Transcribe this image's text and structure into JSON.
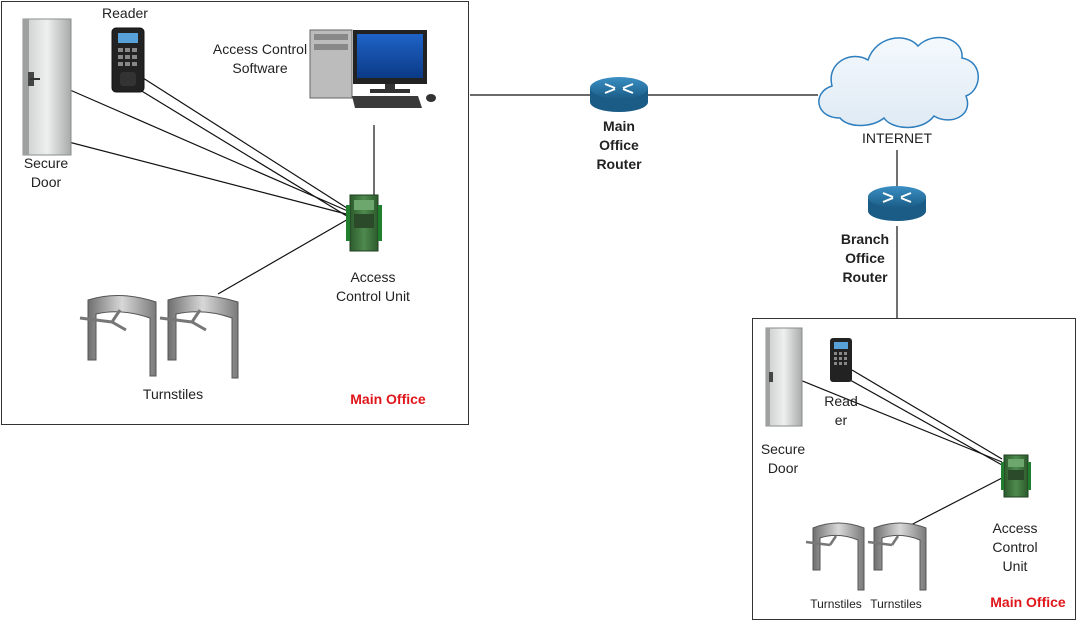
{
  "main_office": {
    "reader_label": "Reader",
    "software_label": [
      "Access Control",
      "Software"
    ],
    "secure_door_label": [
      "Secure",
      "Door"
    ],
    "acu_label": [
      "Access",
      "Control Unit"
    ],
    "turnstiles_label": "Turnstiles",
    "office_label": "Main Office"
  },
  "main_router": {
    "label": [
      "Main",
      "Office",
      "Router"
    ]
  },
  "internet": {
    "label": "INTERNET"
  },
  "branch_router": {
    "label": [
      "Branch",
      "Office",
      "Router"
    ]
  },
  "branch_office": {
    "reader_label": [
      "Read",
      "er"
    ],
    "secure_door_label": [
      "Secure",
      "Door"
    ],
    "acu_label": [
      "Access",
      "Control",
      "Unit"
    ],
    "turnstiles_label_1": "Turnstiles",
    "turnstiles_label_2": "Turnstiles",
    "office_label": "Main Office"
  },
  "colors": {
    "router": "#1f6f9f",
    "office_label": "#e0161b",
    "acu": "#3a6b3a"
  }
}
